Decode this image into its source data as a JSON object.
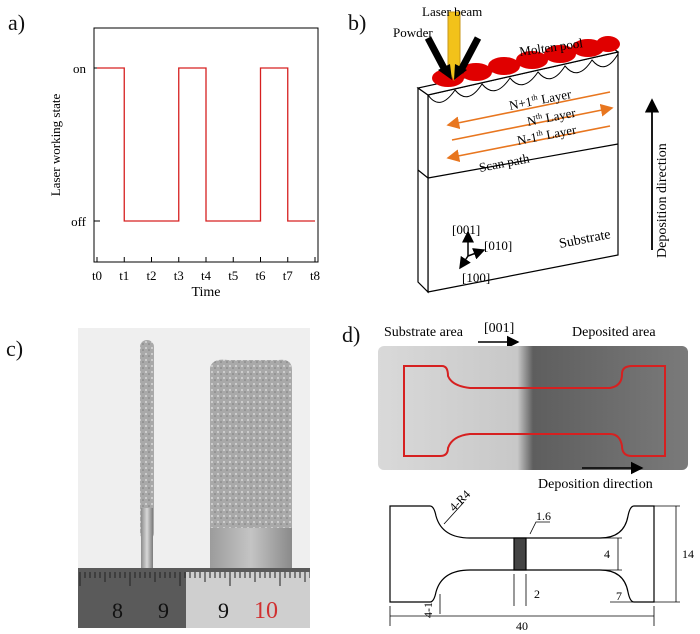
{
  "panels": {
    "a": {
      "label": "a)",
      "chart_data": {
        "type": "line",
        "ylabel": "Laser working state",
        "xlabel": "Time",
        "y_ticks": [
          "off",
          "on"
        ],
        "x_ticks": [
          "t0",
          "t1",
          "t2",
          "t3",
          "t4",
          "t5",
          "t6",
          "t7",
          "t8"
        ],
        "series": [
          {
            "color": "#d62020",
            "x": [
              0,
              1,
              1,
              3,
              3,
              4,
              4,
              6,
              6,
              7,
              7,
              8
            ],
            "y": [
              1,
              1,
              0,
              0,
              1,
              1,
              0,
              0,
              1,
              1,
              0,
              0
            ]
          }
        ],
        "ylim": [
          0,
          1
        ],
        "xlim": [
          0,
          8
        ]
      }
    },
    "b": {
      "label": "b)",
      "laser_beam": "Laser beam",
      "powder": "Powder",
      "molten_pool": "Molten pool",
      "layer_n1_base": "N+1",
      "layer_n1_sup": "th",
      "layer_n1_end": " Layer",
      "layer_n_base": "N",
      "layer_n_sup": "th",
      "layer_n_end": " Layer",
      "layer_nm1": "N-1",
      "layer_nm1_sup": "th",
      "layer_nm1_end": " Layer",
      "scan_path": "Scan path",
      "substrate": "Substrate",
      "axis_001": "[001]",
      "axis_010": "[010]",
      "axis_100": "[100]",
      "deposition_direction": "Deposition direction"
    },
    "c": {
      "label": "c)",
      "ruler_left_8": "8",
      "ruler_left_9": "9",
      "ruler_right_9": "9",
      "ruler_right_10": "10"
    },
    "d": {
      "label": "d)",
      "substrate_area": "Substrate area",
      "direction_001": "[001]",
      "deposited_area": "Deposited area",
      "deposition_direction": "Deposition direction",
      "dim_r4": "4-R4",
      "dim_1_6": "1.6",
      "dim_4": "4",
      "dim_14": "14",
      "dim_2": "2",
      "dim_7": "7",
      "dim_40": "40",
      "dim_4_1": "4-1"
    }
  },
  "colors": {
    "red": "#d62020",
    "orange": "#e8761f",
    "yellow": "#f2c21a",
    "deposit": "#6a6a6a",
    "substrate": "#cfcfcf"
  }
}
